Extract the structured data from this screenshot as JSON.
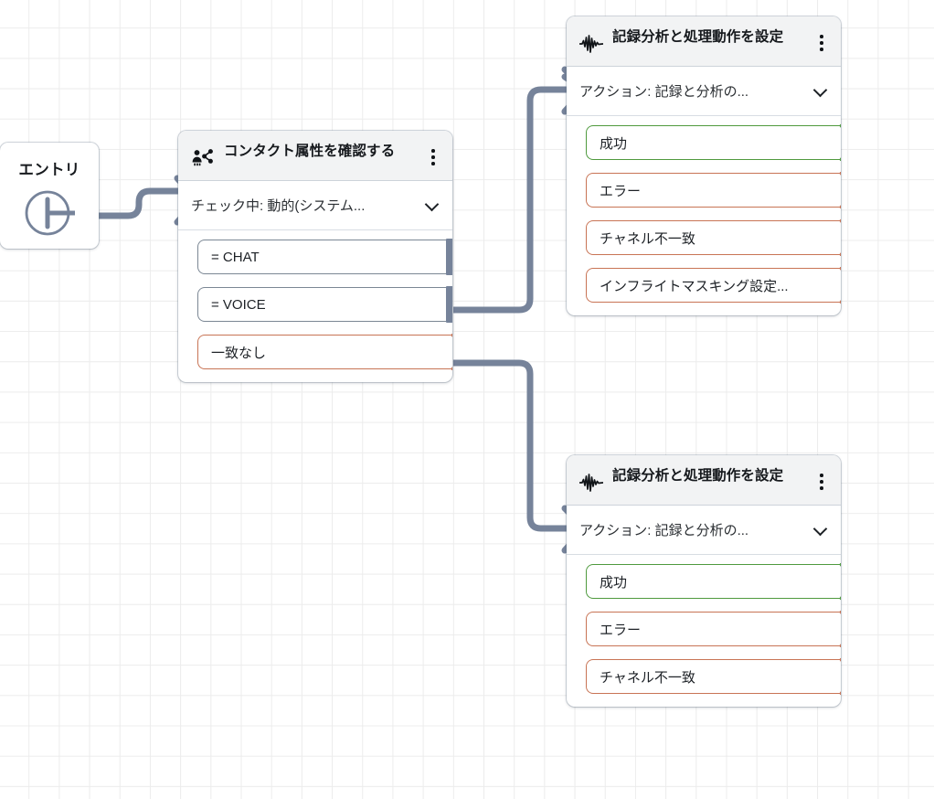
{
  "canvas": {
    "background": "#ffffff",
    "grid_color": "#ececec",
    "grid_size": 33
  },
  "palette": {
    "success": "#4f9a3e",
    "error": "#c87455",
    "neutral": "#7b8794",
    "wire": "#76839a",
    "node_header_bg": "#f2f3f4",
    "node_bg": "#ffffff",
    "text": "#16191d"
  },
  "entry_node": {
    "label": "エントリ",
    "icon": "entry-port-icon"
  },
  "nodes": [
    {
      "id": "check-contact-attributes",
      "icon": "contact-attributes-icon",
      "title": "コンタクト属性を確認する",
      "subtitle": "チェック中: 動的(システム...",
      "dropdown_icon": "chevron-down-icon",
      "menu_icon": "kebab-menu-icon",
      "rows": [
        {
          "label": "= CHAT",
          "style": "slate",
          "connector": "stub"
        },
        {
          "label": "= VOICE",
          "style": "slate",
          "connector": "stub"
        },
        {
          "label": "一致なし",
          "style": "orange",
          "connector": "arrow"
        }
      ]
    },
    {
      "id": "set-recording-analytics-top",
      "icon": "audio-waveform-icon",
      "title": "記録分析と処理動作を設定",
      "subtitle": "アクション: 記録と分析の...",
      "dropdown_icon": "chevron-down-icon",
      "menu_icon": "kebab-menu-icon",
      "rows": [
        {
          "label": "成功",
          "style": "green",
          "connector": "arrow"
        },
        {
          "label": "エラー",
          "style": "orange",
          "connector": "arrow"
        },
        {
          "label": "チャネル不一致",
          "style": "orange",
          "connector": "arrow"
        },
        {
          "label": "インフライトマスキング設定...",
          "style": "orange",
          "connector": "arrow"
        }
      ]
    },
    {
      "id": "set-recording-analytics-bottom",
      "icon": "audio-waveform-icon",
      "title": "記録分析と処理動作を設定",
      "subtitle": "アクション: 記録と分析の...",
      "dropdown_icon": "chevron-down-icon",
      "menu_icon": "kebab-menu-icon",
      "rows": [
        {
          "label": "成功",
          "style": "green",
          "connector": "arrow"
        },
        {
          "label": "エラー",
          "style": "orange",
          "connector": "arrow"
        },
        {
          "label": "チャネル不一致",
          "style": "orange",
          "connector": "arrow"
        }
      ]
    }
  ],
  "connections": [
    {
      "from": "entry_node",
      "to": "check-contact-attributes"
    },
    {
      "from": "check-contact-attributes:= CHAT",
      "to": "set-recording-analytics-top"
    },
    {
      "from": "check-contact-attributes:= VOICE",
      "to": "set-recording-analytics-bottom"
    }
  ]
}
